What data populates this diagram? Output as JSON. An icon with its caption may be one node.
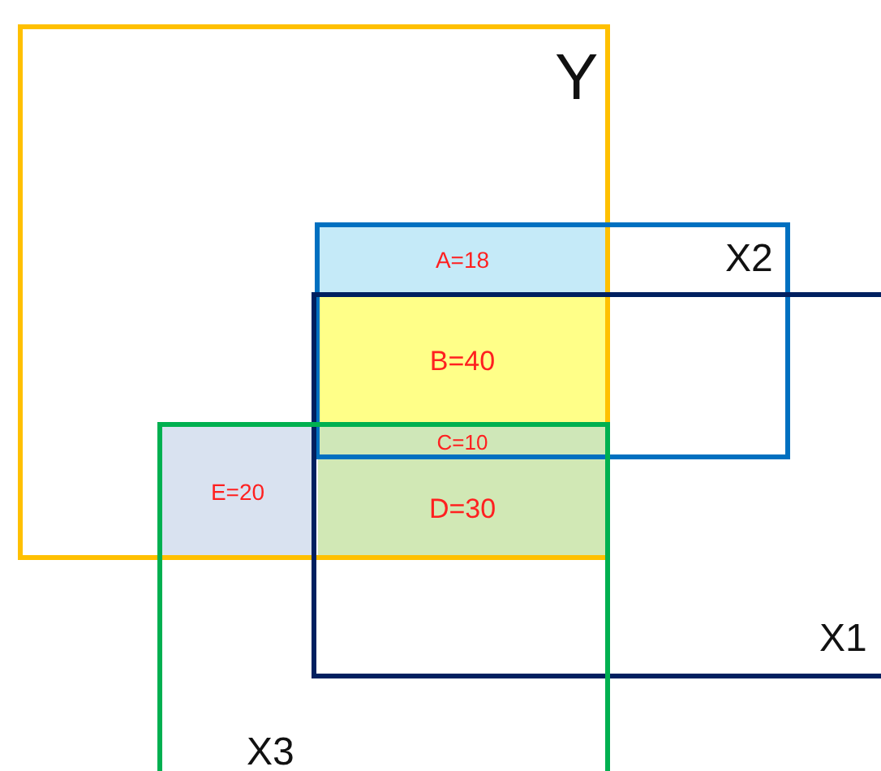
{
  "diagram": {
    "nodes": [
      {
        "text": [
          "Y"
        ]
      },
      {
        "text": [
          "X2"
        ]
      },
      {
        "text": [
          "A=18"
        ]
      },
      {
        "text": [
          "X1"
        ]
      },
      {
        "text": [
          "B=40"
        ]
      },
      {
        "text": [
          "C=10"
        ]
      },
      {
        "text": [
          "X3"
        ]
      },
      {
        "text": [
          "E=20"
        ]
      },
      {
        "text": [
          "D=30"
        ]
      }
    ]
  }
}
